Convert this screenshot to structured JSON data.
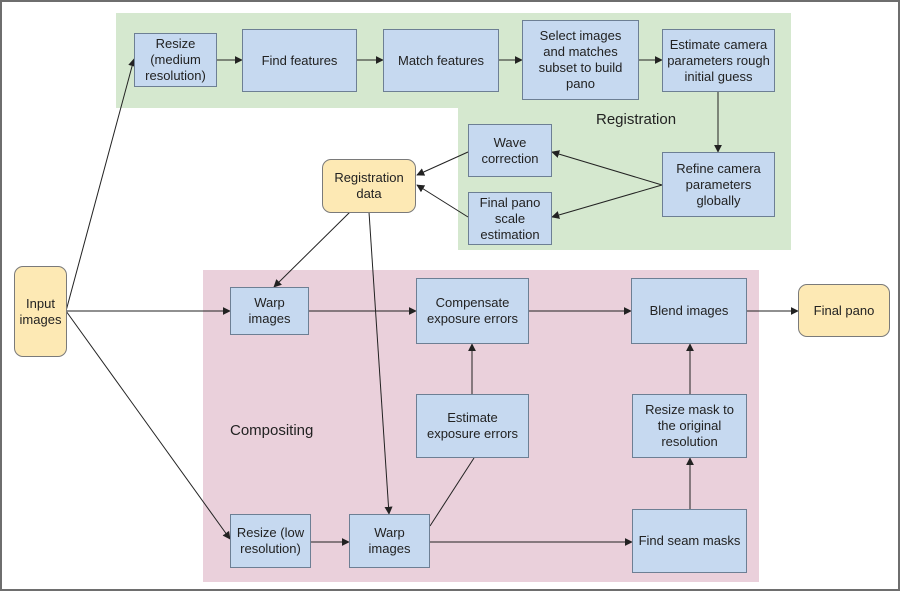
{
  "colors": {
    "registration_region": "#d5e8cf",
    "compositing_region": "#ead0db",
    "process_fill": "#c6d9f0",
    "terminal_fill": "#fde9b4",
    "edge": "#222222"
  },
  "regions": {
    "registration": "Registration",
    "compositing": "Compositing"
  },
  "nodes": {
    "input_images": "Input\nimages",
    "resize_medium": "Resize\n(medium\nresolution)",
    "find_features": "Find features",
    "match_features": "Match features",
    "select_images": "Select images\nand matches\nsubset to build\npano",
    "estimate_camera": "Estimate camera\nparameters rough\ninitial guess",
    "wave_correction": "Wave\ncorrection",
    "final_pano_scale": "Final pano\nscale\nestimation",
    "refine_camera": "Refine camera\nparameters\nglobally",
    "registration_data": "Registration\ndata",
    "warp_images_top": "Warp images",
    "compensate_exposure": "Compensate\nexposure errors",
    "blend_images": "Blend images",
    "final_pano": "Final pano",
    "estimate_exposure": "Estimate\nexposure errors",
    "resize_mask": "Resize mask to\nthe original\nresolution",
    "resize_low": "Resize (low\nresolution)",
    "warp_images_bottom": "Warp images",
    "find_seam_masks": "Find seam masks"
  }
}
